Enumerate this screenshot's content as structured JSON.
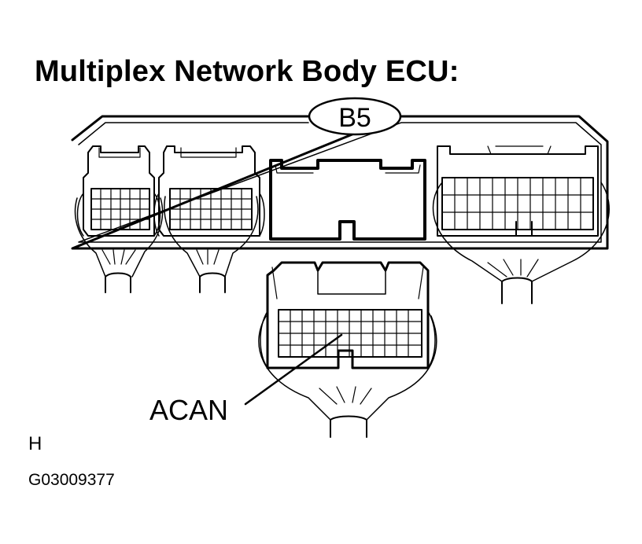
{
  "title": "Multiplex Network Body ECU:",
  "connector_id": "B5",
  "pointer_label": "ACAN",
  "view_marker": "H",
  "figure_code": "G03009377",
  "icons": [
    "ecu-body",
    "connector-housing",
    "wire-harness",
    "leader-line"
  ]
}
